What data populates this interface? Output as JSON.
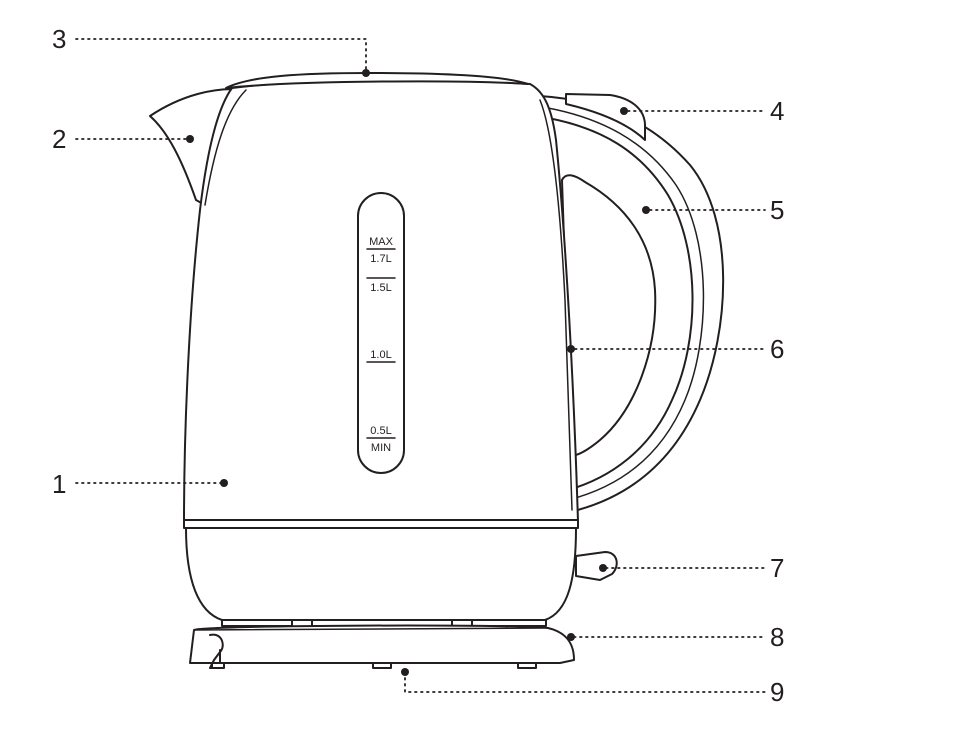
{
  "callouts": [
    {
      "id": "1",
      "label": "1"
    },
    {
      "id": "2",
      "label": "2"
    },
    {
      "id": "3",
      "label": "3"
    },
    {
      "id": "4",
      "label": "4"
    },
    {
      "id": "5",
      "label": "5"
    },
    {
      "id": "6",
      "label": "6"
    },
    {
      "id": "7",
      "label": "7"
    },
    {
      "id": "8",
      "label": "8"
    },
    {
      "id": "9",
      "label": "9"
    }
  ],
  "water_window": {
    "marks": [
      "MAX",
      "1.7L",
      "1.5L",
      "1.0L",
      "0.5L",
      "MIN"
    ]
  }
}
